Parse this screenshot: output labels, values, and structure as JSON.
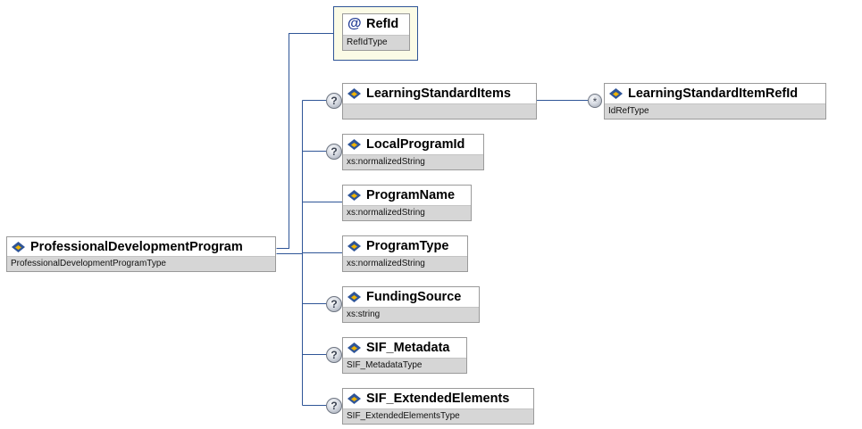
{
  "root": {
    "name": "ProfessionalDevelopmentProgram",
    "type": "ProfessionalDevelopmentProgramType",
    "icon": "element-icon"
  },
  "attribute": {
    "name": "RefId",
    "type": "RefIdType",
    "icon": "at-sign-icon",
    "symbol": "@"
  },
  "children": [
    {
      "name": "LearningStandardItems",
      "type": "",
      "optional": true
    },
    {
      "name": "LocalProgramId",
      "type": "xs:normalizedString",
      "optional": true
    },
    {
      "name": "ProgramName",
      "type": "xs:normalizedString",
      "optional": false
    },
    {
      "name": "ProgramType",
      "type": "xs:normalizedString",
      "optional": false
    },
    {
      "name": "FundingSource",
      "type": "xs:string",
      "optional": true
    },
    {
      "name": "SIF_Metadata",
      "type": "SIF_MetadataType",
      "optional": true
    },
    {
      "name": "SIF_ExtendedElements",
      "type": "SIF_ExtendedElementsType",
      "optional": true
    }
  ],
  "grandchild": {
    "name": "LearningStandardItemRefId",
    "type": "IdRefType",
    "multiplicity": "*"
  },
  "markers": {
    "optional_symbol": "?",
    "optional_icon": "question-mark-icon",
    "multiplicity_icon": "asterisk-icon"
  },
  "colors": {
    "connector": "#2f5597",
    "attribute_bg": "#fbfbe6",
    "type_bar": "#d6d6d6",
    "icon_blue": "#2f5597",
    "icon_gold": "#f0b400"
  }
}
